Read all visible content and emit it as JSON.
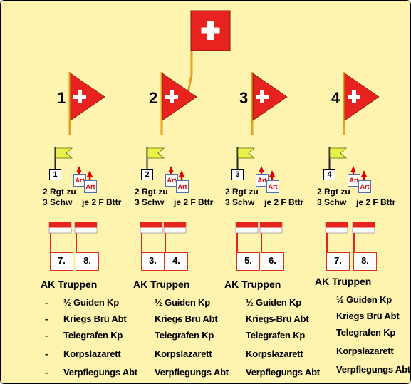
{
  "colors": {
    "background": "#FFF3B0",
    "flag_red": "#E8231F",
    "regiment_flag": "#E9F24A",
    "pole": "#E8A020"
  },
  "army_flag_icon": "swiss-flag-icon",
  "corps": [
    {
      "number": "1",
      "regiment_box": "1",
      "art_labels": [
        "Art",
        "Art"
      ],
      "regiments_text": "2 Rgt zu",
      "squadrons_text": "3 Schw",
      "batteries_text": "je 2 F Bttr",
      "divisions": [
        "7.",
        "8."
      ]
    },
    {
      "number": "2",
      "regiment_box": "2",
      "art_labels": [
        "Art",
        "Art"
      ],
      "regiments_text": "2 Rgt zu",
      "squadrons_text": "3 Schw",
      "batteries_text": "je 2 F Bttr",
      "divisions": [
        "3.",
        "4."
      ]
    },
    {
      "number": "3",
      "regiment_box": "3",
      "art_labels": [
        "Art",
        "Art"
      ],
      "regiments_text": "2 Rgt zu",
      "squadrons_text": "3 Schw",
      "batteries_text": "je 2 F Bttr",
      "divisions": [
        "5.",
        "6."
      ]
    },
    {
      "number": "4",
      "regiment_box": "4",
      "art_labels": [
        "Art",
        "Art"
      ],
      "regiments_text": "2 Rgt zu",
      "squadrons_text": "3 Schw",
      "batteries_text": "je 2 F Bttr",
      "divisions": [
        "7.",
        "8."
      ]
    }
  ],
  "ak_troops": {
    "title": "AK Truppen",
    "bullet": "-",
    "items": [
      "½ Guiden Kp",
      "Kriegs Brü Abt",
      "Telegrafen Kp",
      "Korpslazarett",
      "Verpflegungs Abt"
    ]
  }
}
